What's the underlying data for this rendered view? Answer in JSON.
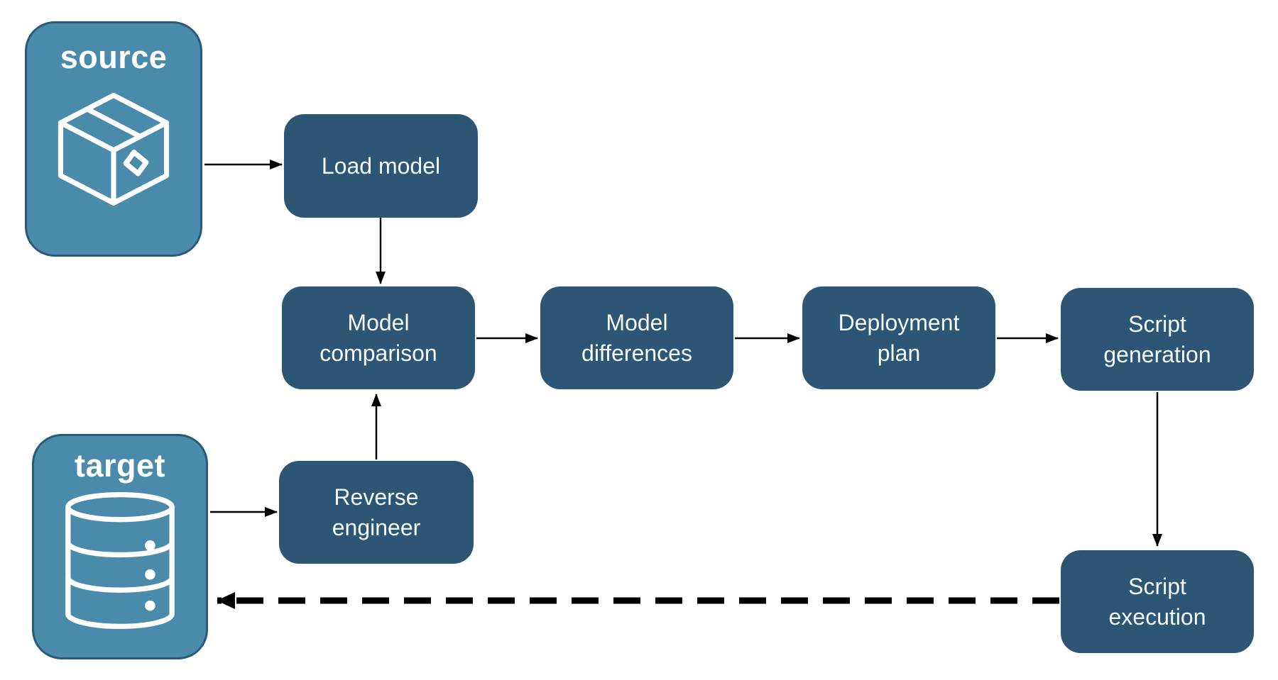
{
  "diagram": {
    "kind": "schema-deployment-flow",
    "nodes": {
      "source": {
        "label": "source",
        "icon": "package-icon",
        "type": "entity"
      },
      "target": {
        "label": "target",
        "icon": "database-icon",
        "type": "entity"
      },
      "load_model": {
        "label": "Load model",
        "type": "step"
      },
      "model_comparison": {
        "label": "Model comparison",
        "type": "step"
      },
      "model_differences": {
        "label": "Model differences",
        "type": "step"
      },
      "deployment_plan": {
        "label": "Deployment plan",
        "type": "step"
      },
      "script_generation": {
        "label": "Script generation",
        "type": "step"
      },
      "reverse_engineer": {
        "label": "Reverse engineer",
        "type": "step"
      },
      "script_execution": {
        "label": "Script execution",
        "type": "step"
      }
    },
    "connections": [
      {
        "from": "source",
        "to": "load_model",
        "style": "solid"
      },
      {
        "from": "load_model",
        "to": "model_comparison",
        "style": "solid"
      },
      {
        "from": "target",
        "to": "reverse_engineer",
        "style": "solid"
      },
      {
        "from": "reverse_engineer",
        "to": "model_comparison",
        "style": "solid"
      },
      {
        "from": "model_comparison",
        "to": "model_differences",
        "style": "solid"
      },
      {
        "from": "model_differences",
        "to": "deployment_plan",
        "style": "solid"
      },
      {
        "from": "deployment_plan",
        "to": "script_generation",
        "style": "solid"
      },
      {
        "from": "script_generation",
        "to": "script_execution",
        "style": "solid"
      },
      {
        "from": "script_execution",
        "to": "target",
        "style": "dashed"
      }
    ],
    "colors": {
      "entity_fill": "#4A8AAA",
      "entity_border": "#2A5A75",
      "step_fill": "#2C5674",
      "label_text": "#FFFFFF",
      "connector": "#000000",
      "background": "#FFFFFF"
    }
  }
}
